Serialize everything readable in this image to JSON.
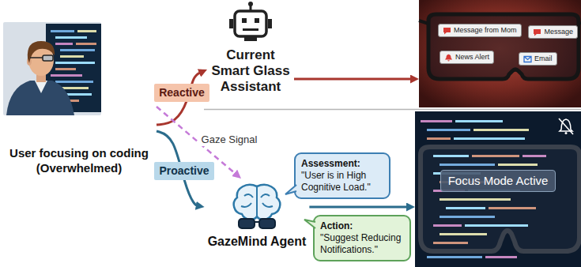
{
  "diagram": {
    "nodes": [
      {
        "text": [
          "User focusing on coding (Overwhelmed)"
        ]
      },
      {
        "text": [
          "Current Smart Glass Assistant"
        ]
      },
      {
        "text": []
      },
      {
        "text": [
          "Message from Mom"
        ],
        "in": 2
      },
      {
        "text": [
          "Message"
        ],
        "in": 2
      },
      {
        "text": [
          "News Alert"
        ],
        "in": 2
      },
      {
        "text": [
          "Email"
        ],
        "in": 2
      },
      {
        "text": [
          "GazeMind Agent"
        ]
      },
      {
        "text": [
          "Assessment:",
          "\"User is in High Cognitive Load.\""
        ]
      },
      {
        "text": [
          "Action:",
          "\"Suggest Reducing Notifications.\""
        ]
      },
      {
        "text": []
      },
      {
        "text": [
          "Focus Mode Active"
        ],
        "in": 10
      }
    ],
    "edges": [
      {
        "from": 0,
        "to": 1,
        "label": "Reactive",
        "arrow": "to"
      },
      {
        "from": 1,
        "to": 2,
        "arrow": "to"
      },
      {
        "from": 0,
        "to": 7,
        "label": "Proactive",
        "arrow": "to"
      },
      {
        "from": 0,
        "to": 7,
        "label": "Gaze Signal",
        "arrow": "to"
      },
      {
        "from": 7,
        "to": 10,
        "arrow": "to"
      }
    ]
  }
}
